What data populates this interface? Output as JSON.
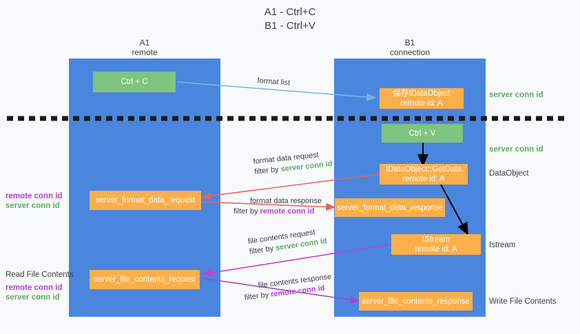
{
  "title": "A1 - Ctrl+C\nB1 - Ctrl+V",
  "colors": {
    "lane_blue": "#4a86de",
    "box_green": "#7fc47f",
    "box_orange": "#fbaf4b",
    "server_conn_green": "#5cab62",
    "remote_conn_purple": "#b23fd0",
    "arrow_light_blue": "#7fb4e8",
    "arrow_red": "#e8625a",
    "arrow_magenta": "#cc3ecc",
    "arrow_purple": "#a04bc8",
    "arrow_black": "#000000",
    "divider_black": "#1a1a1a",
    "background": "#f8f9fa"
  },
  "lanes": [
    {
      "name": "A1",
      "sub": "remote",
      "header": "A1\nremote"
    },
    {
      "name": "B1",
      "sub": "connection",
      "header": "B1\nconnection"
    }
  ],
  "boxes": {
    "ctrl_c": "Ctrl + C",
    "ctrl_v": "Ctrl + V",
    "save_idataobject": "保存IDataObject\nremote id: A",
    "idataobject_getdata": "IDataObject::GetData\nremote id: A",
    "istream": "IStream\nremote id: A",
    "server_format_data_request": "server_format_data_request",
    "server_format_data_response": "server_format_data_response",
    "server_file_contents_request": "server_file_contents_request",
    "server_file_contents_response": "server_file_contents_response"
  },
  "right_labels": [
    {
      "text": "server conn id",
      "kind": "green"
    },
    {
      "text": "server conn id",
      "kind": "green"
    },
    {
      "text": "DataObject",
      "kind": "plain"
    },
    {
      "text": "Istream",
      "kind": "plain"
    },
    {
      "text": "Write File Contents",
      "kind": "plain"
    }
  ],
  "left_labels": {
    "group1_remote": "remote conn id",
    "group1_server": "server conn id",
    "read_file_contents": "Read File Contents",
    "group2_remote": "remote conn id",
    "group2_server": "server conn id"
  },
  "edges": [
    {
      "id": "format-list",
      "text": "format list",
      "color": "#7fb4e8"
    },
    {
      "id": "format-data-request",
      "line1": "format data request",
      "line2_prefix": "filter by ",
      "line2_em": "server conn id",
      "em_kind": "green",
      "color": "#e8625a"
    },
    {
      "id": "format-data-response",
      "line1": "format data response",
      "line2_prefix": "filter by ",
      "line2_em": "remote conn id",
      "em_kind": "purple",
      "color": "#e8625a"
    },
    {
      "id": "file-contents-request",
      "line1": "file contents request",
      "line2_prefix": "filter by ",
      "line2_em": "server conn id",
      "em_kind": "green",
      "color": "#cc3ecc"
    },
    {
      "id": "file-contents-response",
      "line1": "file contents response",
      "line2_prefix": "filter by ",
      "line2_em": "remote conn id",
      "em_kind": "purple",
      "color": "#a04bc8"
    }
  ]
}
